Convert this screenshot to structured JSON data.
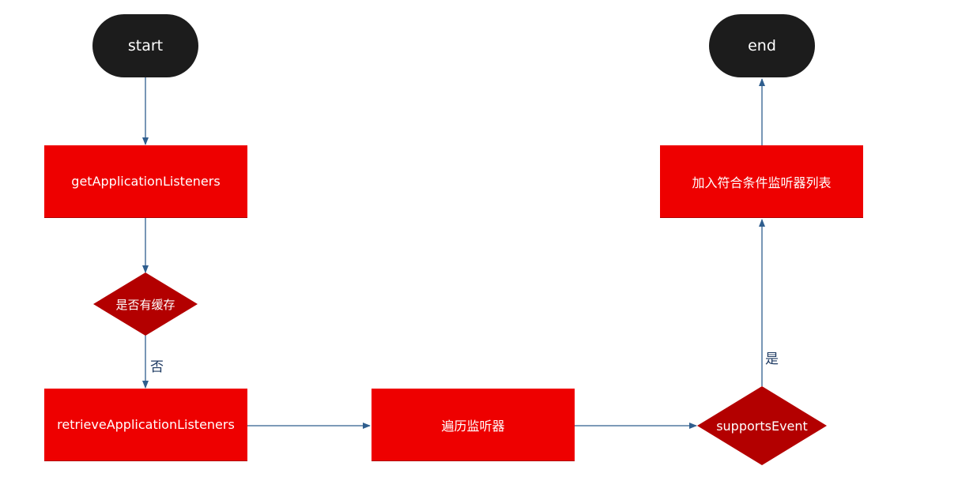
{
  "colors": {
    "terminal": "#1c1c1c",
    "process": "#ee0000",
    "decision": "#b30000",
    "arrow": "#2f5e8e",
    "label": "#1f3b63"
  },
  "nodes": {
    "start": "start",
    "end": "end",
    "get_listeners": "getApplicationListeners",
    "has_cache": "是否有缓存",
    "retrieve_listeners": "retrieveApplicationListeners",
    "iterate_listeners": "遍历监听器",
    "supports_event": "supportsEvent",
    "add_to_list": "加入符合条件监听器列表"
  },
  "edge_labels": {
    "no": "否",
    "yes": "是"
  }
}
